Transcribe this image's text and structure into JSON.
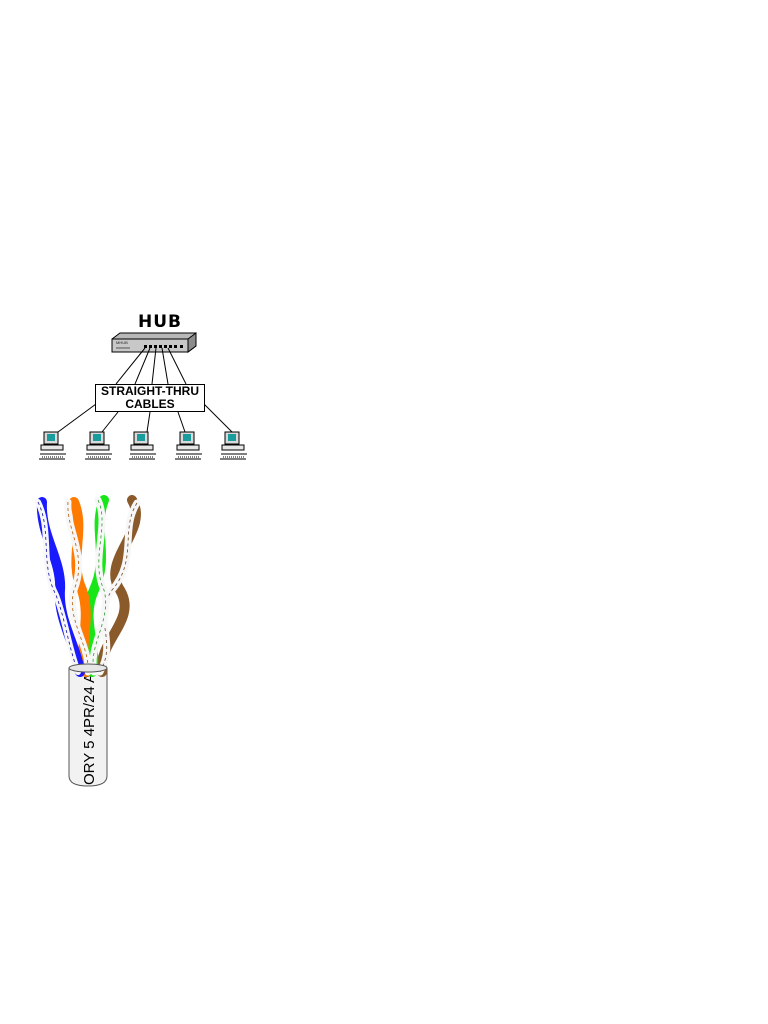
{
  "hub": {
    "title": "HUB",
    "tag": "MHUB",
    "sub_tag": "xxxxxxx"
  },
  "cables_label": {
    "line1": "STRAIGHT-THRU",
    "line2": "CABLES"
  },
  "computers": [
    {
      "id": "pc-1"
    },
    {
      "id": "pc-2"
    },
    {
      "id": "pc-3"
    },
    {
      "id": "pc-4"
    },
    {
      "id": "pc-5"
    }
  ],
  "cable_print": "ORY 5 4PR/24 A",
  "wire_colors": {
    "blue": "#1a1aff",
    "orange": "#ff7a00",
    "green": "#19e619",
    "brown": "#8b5a2b",
    "jacket": "#f2f2f2"
  }
}
